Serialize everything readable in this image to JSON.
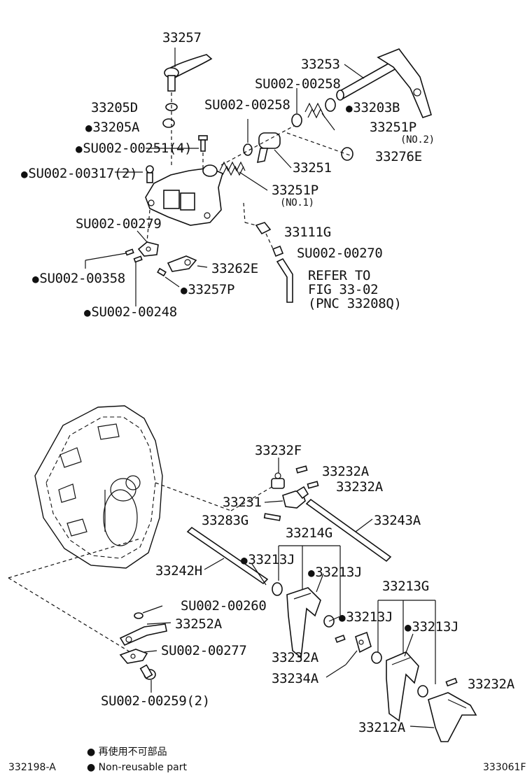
{
  "diagram": {
    "labels": [
      {
        "id": "p33257",
        "text": "33257",
        "dot": false
      },
      {
        "id": "p33253",
        "text": "33253",
        "dot": false
      },
      {
        "id": "pSU00258a",
        "text": "SU002-00258",
        "dot": false
      },
      {
        "id": "p33205D",
        "text": "33205D",
        "dot": false
      },
      {
        "id": "pSU00258b",
        "text": "SU002-00258",
        "dot": false
      },
      {
        "id": "p33203B",
        "text": "33203B",
        "dot": true
      },
      {
        "id": "p33205A",
        "text": "33205A",
        "dot": true
      },
      {
        "id": "p33251P2",
        "text": "33251P",
        "dot": false
      },
      {
        "id": "p33251P2sub",
        "text": "(NO.2)",
        "dot": false
      },
      {
        "id": "pSU00251",
        "text": "SU002-00251(4)",
        "dot": true
      },
      {
        "id": "p33276E",
        "text": "33276E",
        "dot": false
      },
      {
        "id": "p33251",
        "text": "33251",
        "dot": false
      },
      {
        "id": "pSU00317",
        "text": "SU002-00317(2)",
        "dot": true
      },
      {
        "id": "p33251P1",
        "text": "33251P",
        "dot": false
      },
      {
        "id": "p33251P1sub",
        "text": "(NO.1)",
        "dot": false
      },
      {
        "id": "pSU00279",
        "text": "SU002-00279",
        "dot": false
      },
      {
        "id": "p33111G",
        "text": "33111G",
        "dot": false
      },
      {
        "id": "pSU00270",
        "text": "SU002-00270",
        "dot": false
      },
      {
        "id": "p33262E",
        "text": "33262E",
        "dot": false
      },
      {
        "id": "pRefer1",
        "text": "REFER TO",
        "dot": false
      },
      {
        "id": "pSU00358",
        "text": "SU002-00358",
        "dot": true
      },
      {
        "id": "pRefer2",
        "text": "FIG 33-02",
        "dot": false
      },
      {
        "id": "p33257P",
        "text": "33257P",
        "dot": true
      },
      {
        "id": "pRefer3",
        "text": "(PNC 33208Q)",
        "dot": false
      },
      {
        "id": "pSU00248",
        "text": "SU002-00248",
        "dot": true
      },
      {
        "id": "p33232F",
        "text": "33232F",
        "dot": false
      },
      {
        "id": "p33232A_1",
        "text": "33232A",
        "dot": false
      },
      {
        "id": "p33232A_2",
        "text": "33232A",
        "dot": false
      },
      {
        "id": "p33231",
        "text": "33231",
        "dot": false
      },
      {
        "id": "p33283G",
        "text": "33283G",
        "dot": false
      },
      {
        "id": "p33243A",
        "text": "33243A",
        "dot": false
      },
      {
        "id": "p33214G",
        "text": "33214G",
        "dot": false
      },
      {
        "id": "p33213J_1",
        "text": "33213J",
        "dot": true
      },
      {
        "id": "p33242H",
        "text": "33242H",
        "dot": false
      },
      {
        "id": "p33213J_2",
        "text": "33213J",
        "dot": true
      },
      {
        "id": "p33213G",
        "text": "33213G",
        "dot": false
      },
      {
        "id": "pSU00260",
        "text": "SU002-00260",
        "dot": false
      },
      {
        "id": "p33213J_3",
        "text": "33213J",
        "dot": true
      },
      {
        "id": "p33252A",
        "text": "33252A",
        "dot": false
      },
      {
        "id": "p33213J_4",
        "text": "33213J",
        "dot": true
      },
      {
        "id": "pSU00277",
        "text": "SU002-00277",
        "dot": false
      },
      {
        "id": "p33232A_3",
        "text": "33232A",
        "dot": false
      },
      {
        "id": "p33234A",
        "text": "33234A",
        "dot": false
      },
      {
        "id": "p33232A_4",
        "text": "33232A",
        "dot": false
      },
      {
        "id": "pSU00259",
        "text": "SU002-00259(2)",
        "dot": false
      },
      {
        "id": "p33212A",
        "text": "33212A",
        "dot": false
      }
    ]
  },
  "legend": {
    "bullet": "●",
    "line_jp": "再使用不可部品",
    "line_en": "Non-reusable part"
  },
  "footer": {
    "left_code": "332198-A",
    "right_code": "333061F"
  },
  "colors": {
    "ink": "#111111",
    "background": "#ffffff"
  }
}
